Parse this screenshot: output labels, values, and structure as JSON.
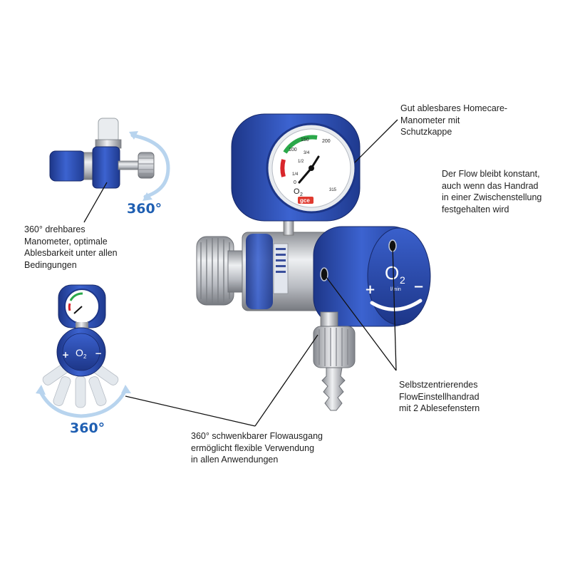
{
  "callouts": {
    "manometer_homecare": [
      "Gut ablesbares Homecare-",
      "Manometer mit",
      "Schutzkappe"
    ],
    "flow_constant": [
      "Der Flow bleibt konstant,",
      "auch wenn das Handrad",
      "in einer Zwischenstellung",
      "festgehalten wird"
    ],
    "manometer_rotation": [
      "360° drehbares",
      "Manometer, optimale",
      "Ablesbarkeit unter allen",
      "Bedingungen"
    ],
    "handwheel": [
      "Selbstzentrierendes",
      "FlowEinstellhandrad",
      "mit 2 Ablesefenstern"
    ],
    "flow_outlet": [
      "360° schwenkbarer Flowausgang",
      "ermöglicht flexible Verwendung",
      "in allen Anwendungen"
    ]
  },
  "rotation_badges": {
    "top": "360°",
    "bottom": "360°"
  },
  "gauge": {
    "ticks": [
      "150",
      "200",
      "100",
      "3/4",
      "1/2",
      "1/4",
      "0",
      "315"
    ],
    "gas": "O",
    "gas_sub": "2",
    "brand": "gce"
  },
  "handwheel_face": {
    "gas": "O",
    "gas_sub": "2",
    "unit": "l/min",
    "plus": "+",
    "minus": "−"
  },
  "colors": {
    "regulator_blue": "#2d4fb8",
    "regulator_blue_dark": "#1d3688",
    "metal": "#c9ccd1",
    "gauge_green": "#2aa84a",
    "gauge_red": "#d8262b",
    "badge_blue": "#1f5fb2",
    "arrow_blue": "#b8d4ee"
  }
}
